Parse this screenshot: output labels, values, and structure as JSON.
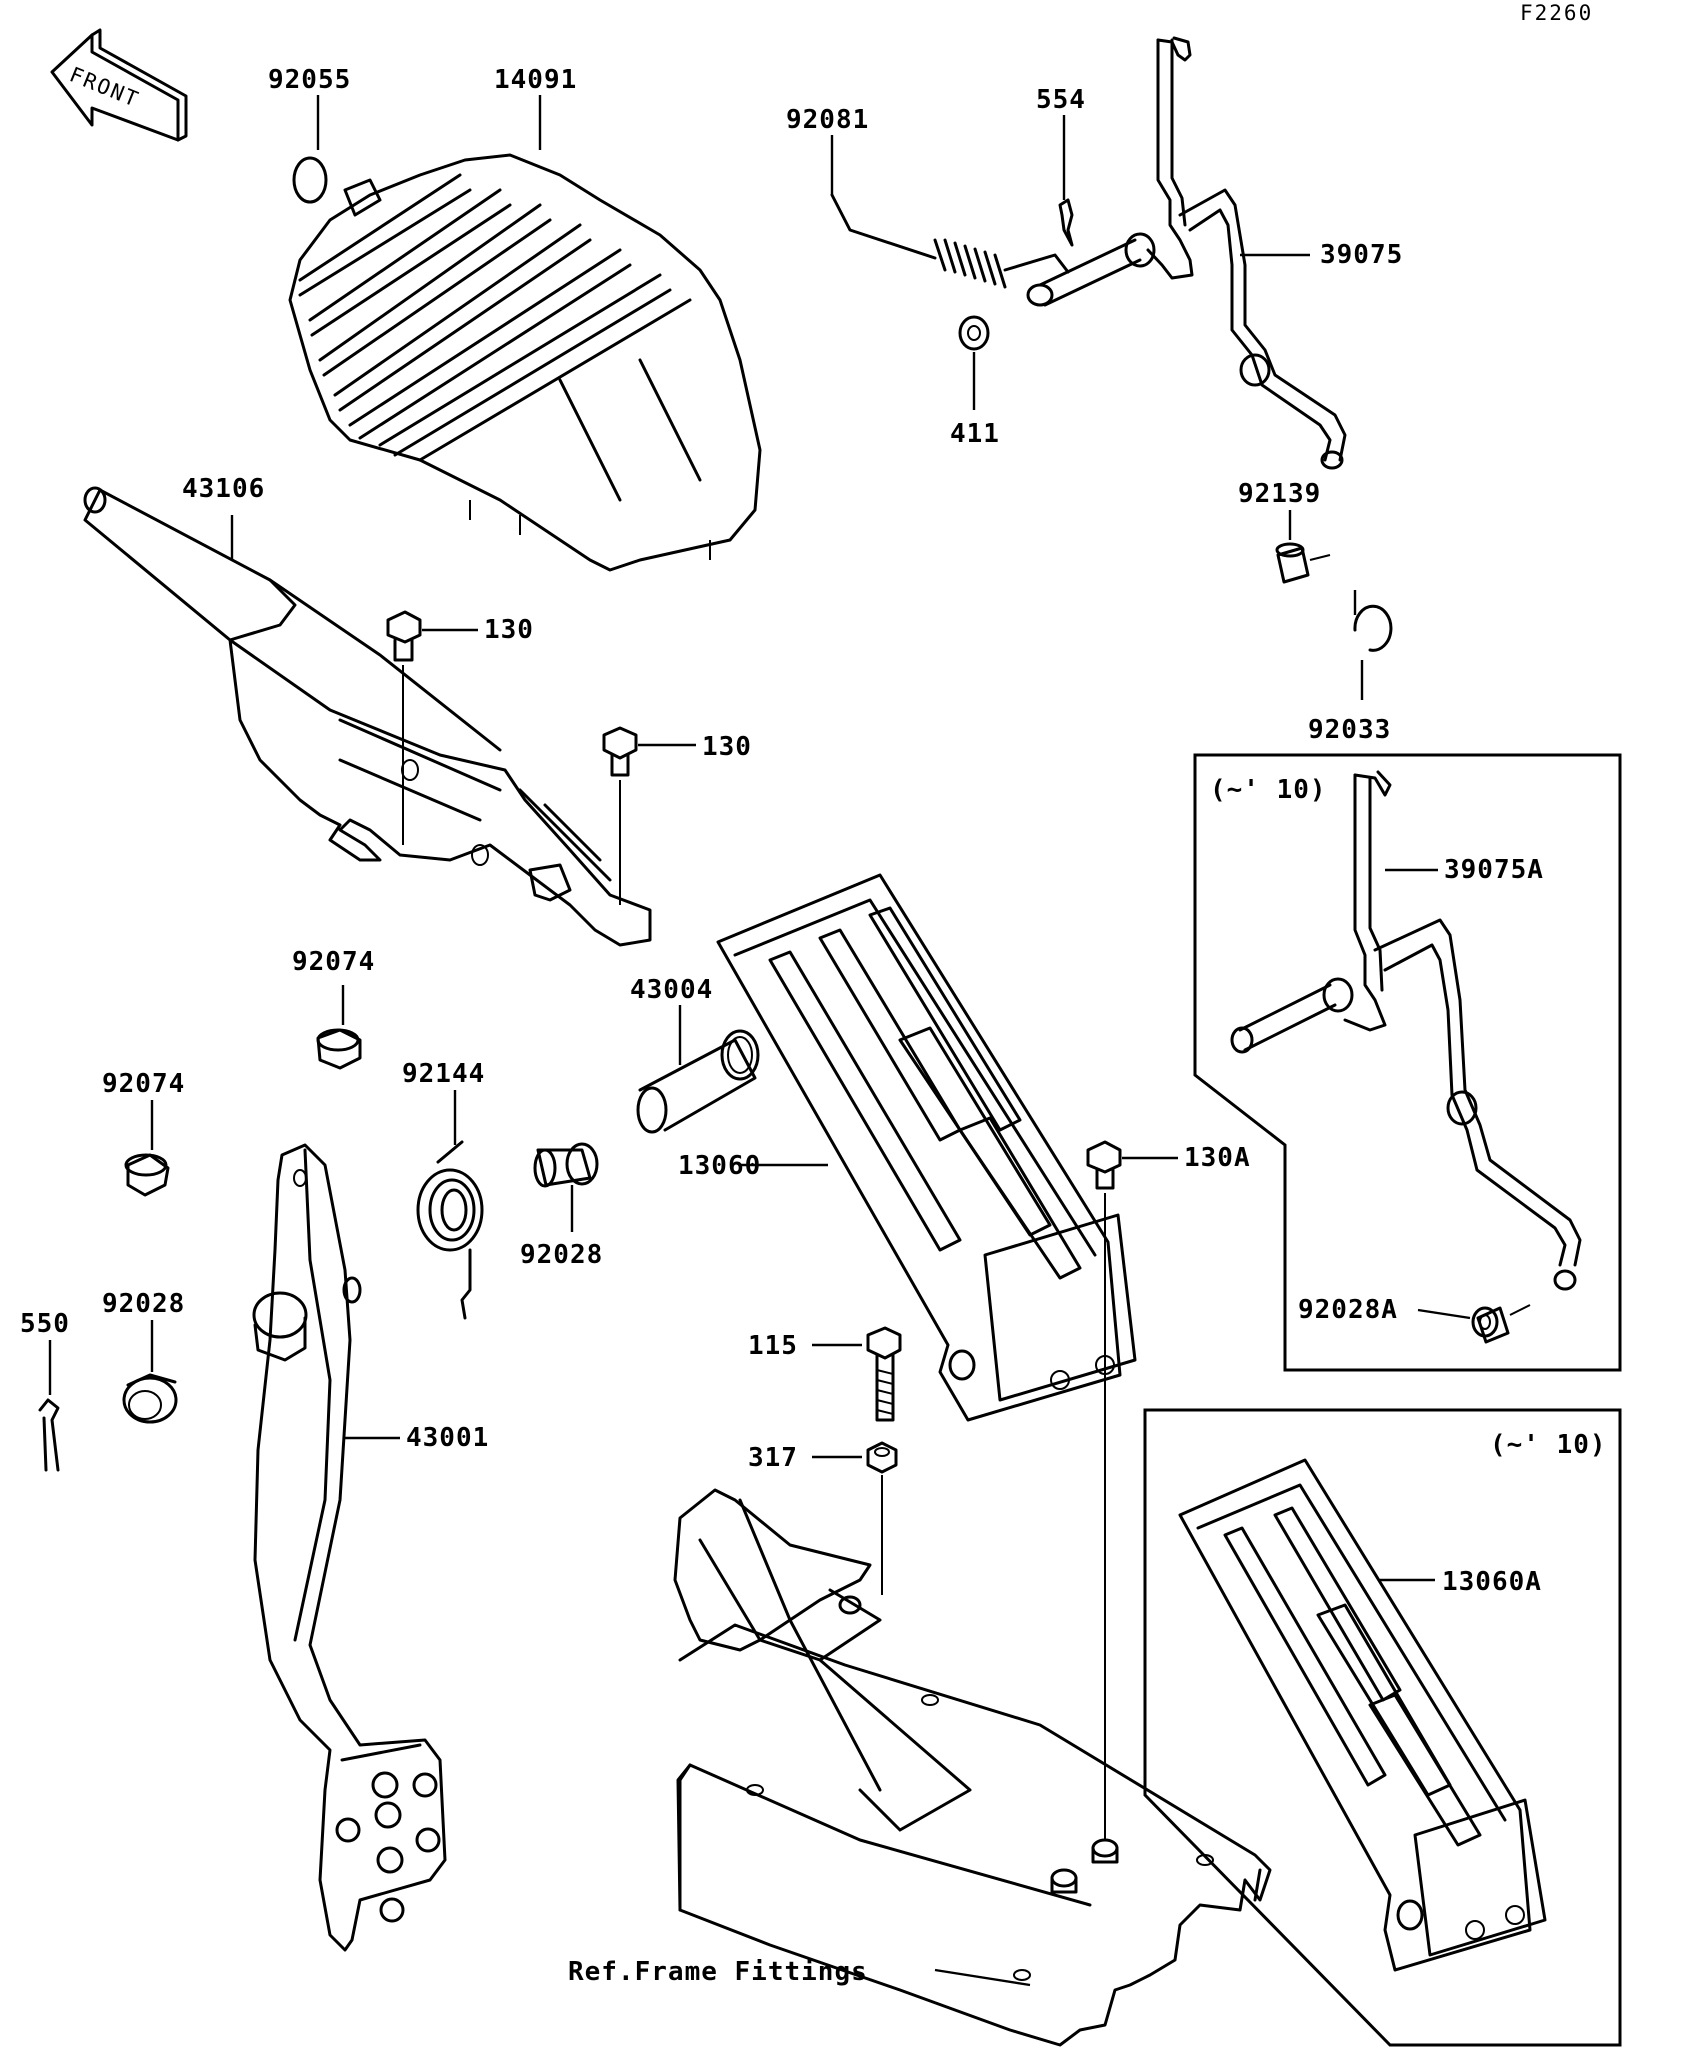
{
  "figure_code": "F2260",
  "front_arrow_label": "FRONT",
  "parts": {
    "p92055": "92055",
    "p14091": "14091",
    "p92081": "92081",
    "p554": "554",
    "p39075": "39075",
    "p411": "411",
    "p92139": "92139",
    "p92033": "92033",
    "p43106": "43106",
    "p130_a": "130",
    "p130_b": "130",
    "p39075A": "39075A",
    "p92028A": "92028A",
    "p92074_a": "92074",
    "p92074_b": "92074",
    "p43004": "43004",
    "p92144": "92144",
    "p13060": "13060",
    "p130A": "130A",
    "p92028_a": "92028",
    "p92028_b": "92028",
    "p550": "550",
    "p115": "115",
    "p43001": "43001",
    "p317": "317",
    "p13060A": "13060A",
    "ref_frame": "Ref.Frame Fittings"
  },
  "variant_note_1": "(~' 10)",
  "variant_note_2": "(~' 10)"
}
